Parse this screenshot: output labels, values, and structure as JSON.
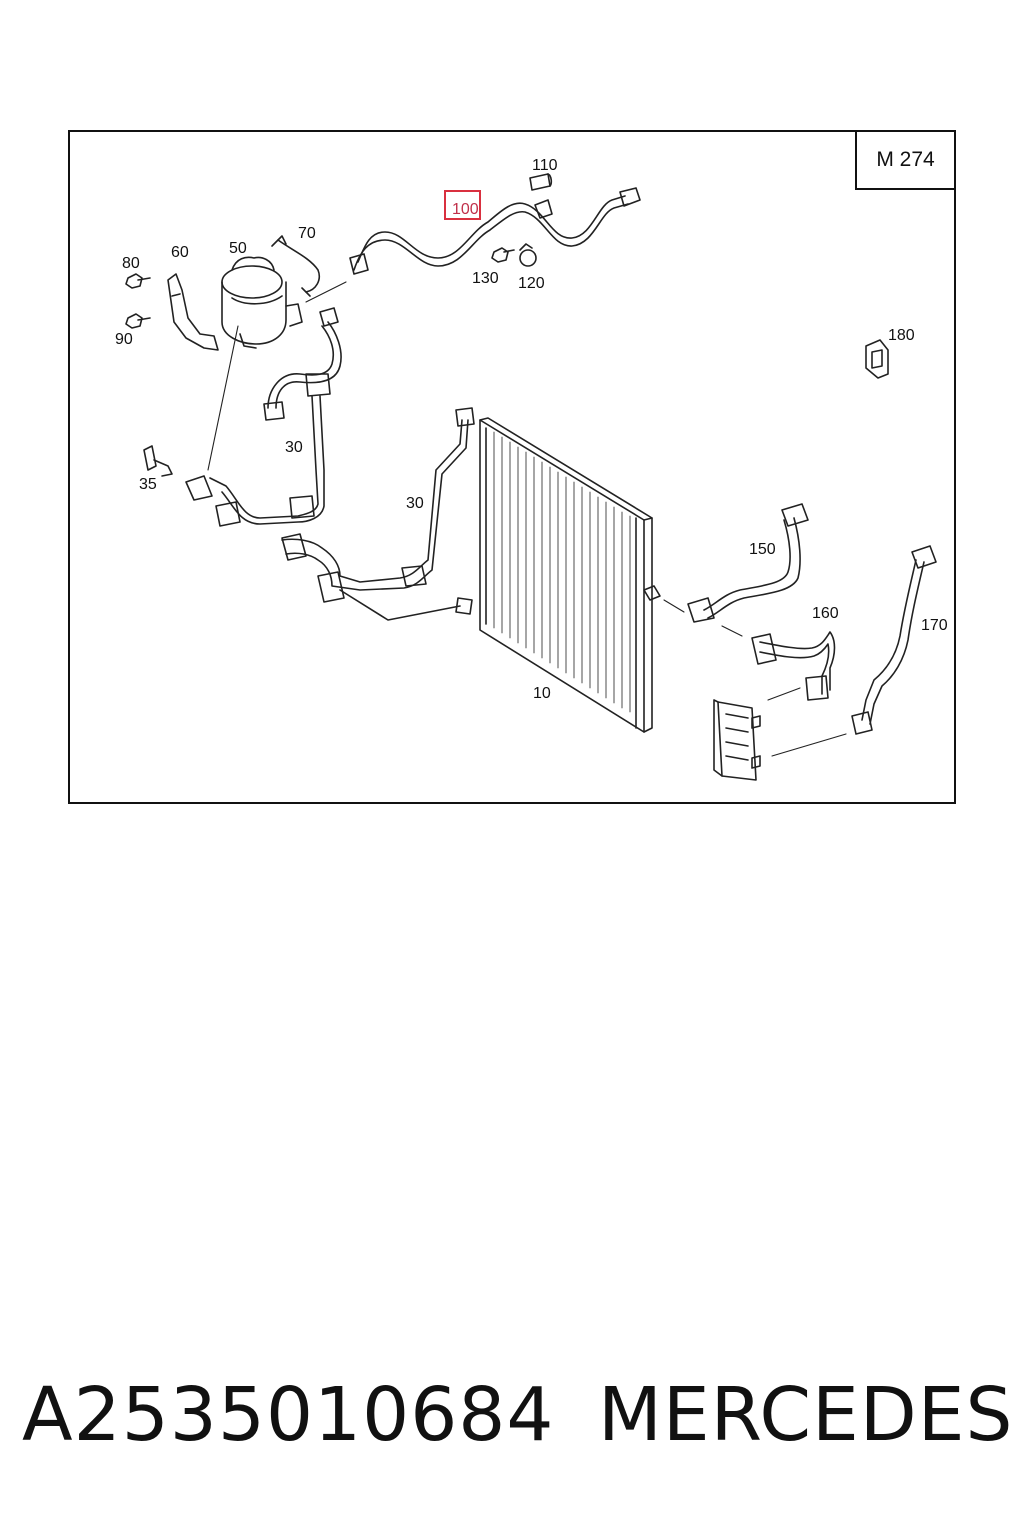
{
  "diagram": {
    "engine_code": "M 274",
    "highlight_color": "#d9303f",
    "labels": {
      "l110": "110",
      "l100": "100",
      "l70": "70",
      "l60": "60",
      "l50": "50",
      "l80": "80",
      "l90": "90",
      "l130": "130",
      "l120": "120",
      "l180": "180",
      "l30a": "30",
      "l30b": "30",
      "l35": "35",
      "l150": "150",
      "l160": "160",
      "l170": "170",
      "l10": "10"
    }
  },
  "footer": {
    "part_number": "A2535010684",
    "brand": "MERCEDES"
  }
}
